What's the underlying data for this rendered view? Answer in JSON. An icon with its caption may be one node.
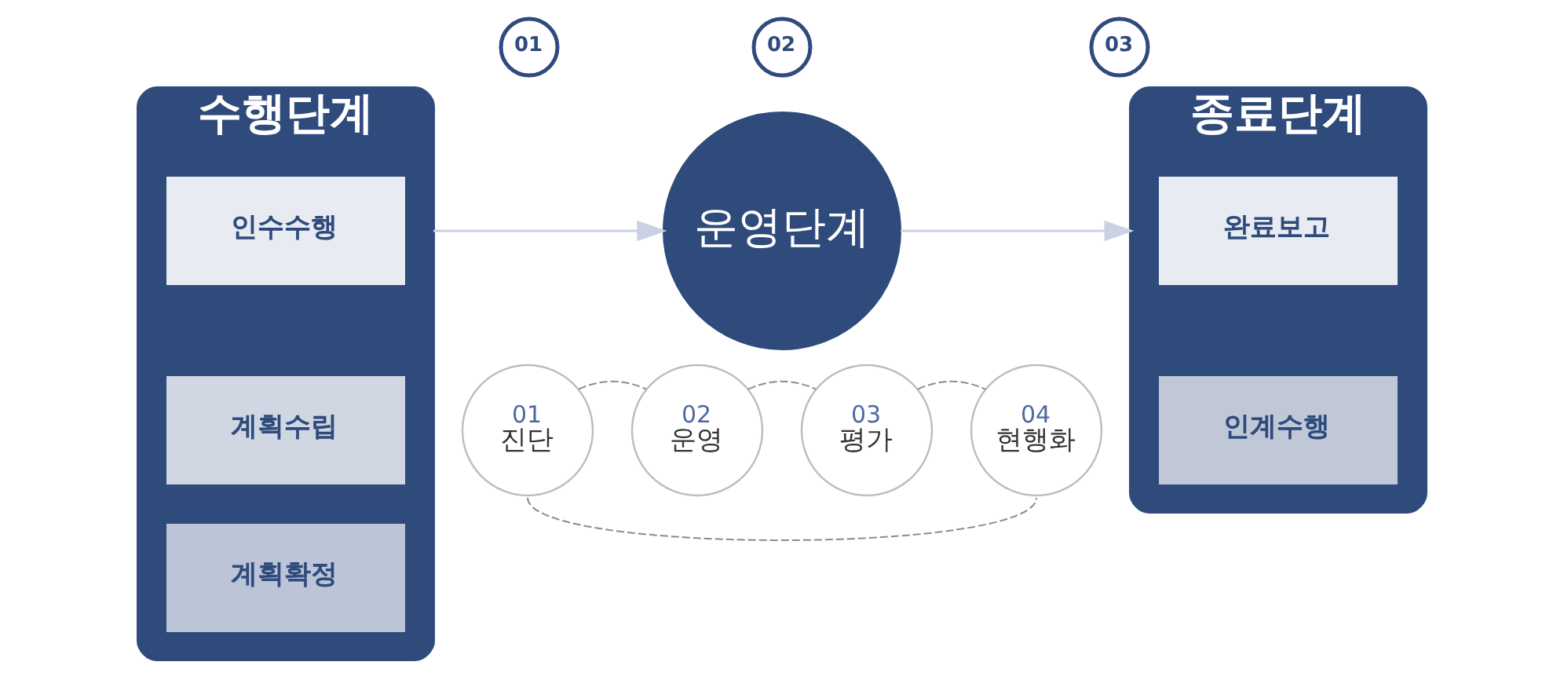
{
  "diagram": {
    "nodes": [
      {
        "text": [
          "01"
        ]
      },
      {
        "text": [
          "수행단계"
        ]
      },
      {
        "text": [
          "인수수행"
        ],
        "in": 1
      },
      {
        "text": [
          "계획수립"
        ],
        "in": 1
      },
      {
        "text": [
          "계획확정"
        ],
        "in": 1
      },
      {
        "text": [
          "02"
        ]
      },
      {
        "text": [
          "운영단계"
        ]
      },
      {
        "text": [
          "03"
        ]
      },
      {
        "text": [
          "종료단계"
        ]
      },
      {
        "text": [
          "완료보고"
        ],
        "in": 8
      },
      {
        "text": [
          "인계수행"
        ],
        "in": 8
      },
      {
        "text": [
          "01",
          "진단"
        ]
      },
      {
        "text": [
          "02",
          "운영"
        ]
      },
      {
        "text": [
          "03",
          "평가"
        ]
      },
      {
        "text": [
          "04",
          "현행화"
        ]
      }
    ],
    "edges": [
      {
        "from": 1,
        "to": 6,
        "arrow": "to",
        "color": "#c9d2e4"
      },
      {
        "from": 6,
        "to": 8,
        "arrow": "to",
        "color": "#c9d2e4"
      },
      {
        "from": 11,
        "to": 12,
        "arrow": "none",
        "style": "dashed"
      },
      {
        "from": 12,
        "to": 13,
        "arrow": "none",
        "style": "dashed"
      },
      {
        "from": 13,
        "to": 14,
        "arrow": "none",
        "style": "dashed"
      },
      {
        "from": 11,
        "to": 14,
        "arrow": "none",
        "style": "dashed"
      }
    ]
  }
}
